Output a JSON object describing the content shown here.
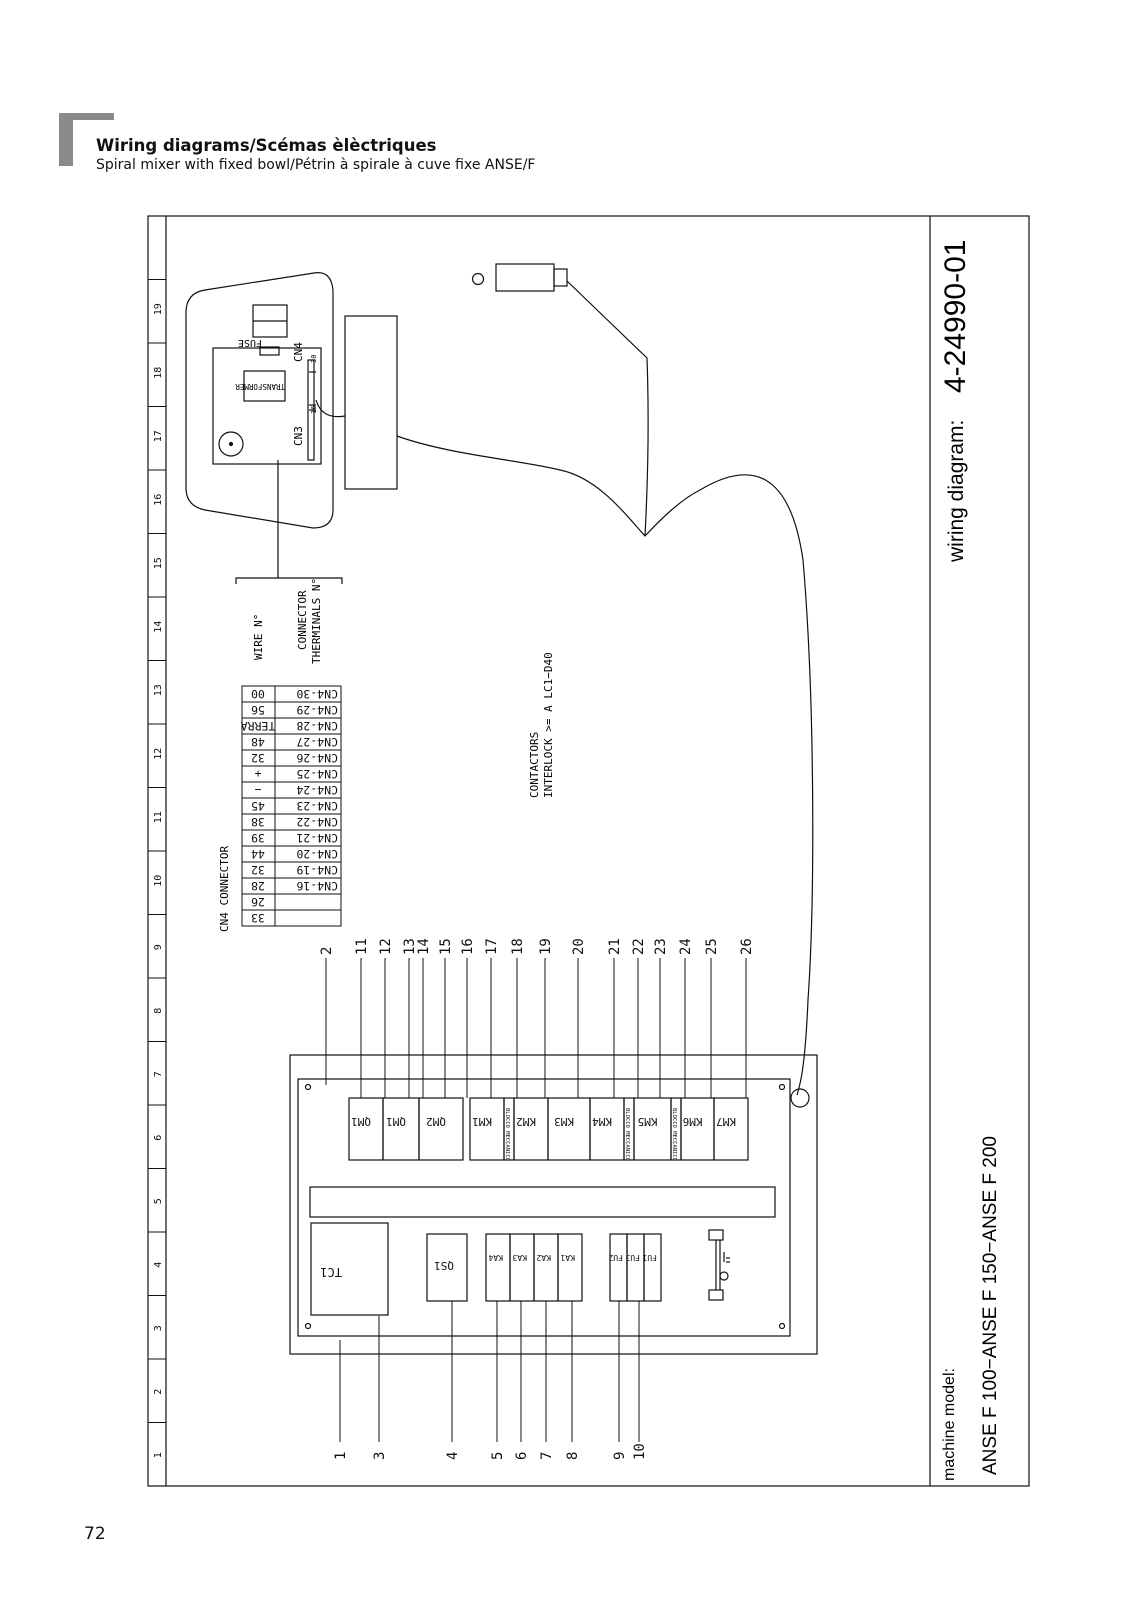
{
  "header": {
    "title": "Wiring diagrams/Scémas èlèctriques",
    "subtitle": "Spiral mixer with fixed bowl/Pétrin à spirale à cuve fixe ANSE/F"
  },
  "page_number": "72",
  "title_block": {
    "machine_model_label": "machine model:",
    "machine_model": "ANSE F 100−ANSE F 150−ANSE F 200",
    "wiring_diagram_label": "wiring diagram:",
    "wiring_diagram_number": "4-24990-01"
  },
  "grid_numbers": [
    "1",
    "2",
    "3",
    "4",
    "5",
    "6",
    "7",
    "8",
    "9",
    "10",
    "11",
    "12",
    "13",
    "14",
    "15",
    "16",
    "17",
    "18",
    "19"
  ],
  "control_board": {
    "fuse": "FUSE",
    "transformer": "TRANSFORMER",
    "cn4": "CN4",
    "cn3": "CN3",
    "pin30": "30",
    "pin16": "16"
  },
  "legend": {
    "wire": "WIRE N°",
    "connector_line1": "CONNECTOR",
    "connector_line2": "THERMINALS N°"
  },
  "cn4_connector": {
    "title": "CN4 CONNECTOR",
    "rows": [
      {
        "wire": "00",
        "terminal": "CN4-30"
      },
      {
        "wire": "56",
        "terminal": "CN4-29"
      },
      {
        "wire": "TERRA",
        "terminal": "CN4-28"
      },
      {
        "wire": "48",
        "terminal": "CN4-27"
      },
      {
        "wire": "32",
        "terminal": "CN4-26"
      },
      {
        "wire": "+",
        "terminal": "CN4-25"
      },
      {
        "wire": "−",
        "terminal": "CN4-24"
      },
      {
        "wire": "45",
        "terminal": "CN4-23"
      },
      {
        "wire": "38",
        "terminal": "CN4-22"
      },
      {
        "wire": "39",
        "terminal": "CN4-21"
      },
      {
        "wire": "44",
        "terminal": "CN4-20"
      },
      {
        "wire": "32",
        "terminal": "CN4-19"
      },
      {
        "wire": "28",
        "terminal": "CN4-16"
      },
      {
        "wire": "26",
        "terminal": ""
      },
      {
        "wire": "33",
        "terminal": ""
      }
    ]
  },
  "contactors_note": {
    "line1": "CONTACTORS",
    "line2": "INTERLOCK >= A LC1−D40"
  },
  "panel_components": {
    "top_row": [
      "QM1",
      "QM1",
      "QM2",
      "KM1",
      "KM2",
      "KM3",
      "KM4",
      "KM5",
      "KM6",
      "KM7"
    ],
    "blocks": [
      "BLOCCO MECCANICO",
      "BLOCCO MECCANICO",
      "BLOCCO MECCANICO",
      "BLOCCO MECCANICO"
    ],
    "tc1": "TC1",
    "qs1": "QS1",
    "relays": [
      "KA4",
      "KA3",
      "KA2",
      "KA1"
    ],
    "fuses": [
      "FU2",
      "FU3",
      "FU1"
    ]
  },
  "callouts_top": [
    "2",
    "11",
    "12",
    "13",
    "14",
    "15",
    "16",
    "17",
    "18",
    "19",
    "20",
    "21",
    "22",
    "23",
    "24",
    "25",
    "26"
  ],
  "callouts_bottom": [
    "1",
    "3",
    "4",
    "5",
    "6",
    "7",
    "8",
    "9",
    "10"
  ]
}
